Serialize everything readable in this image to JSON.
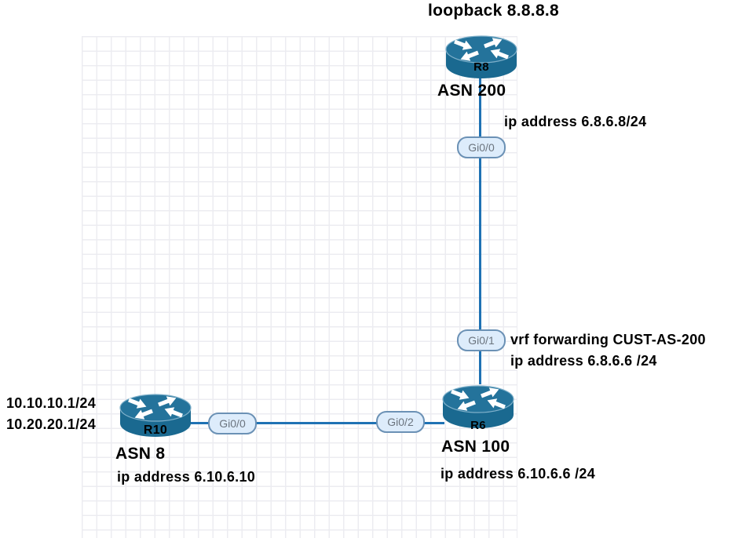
{
  "colors": {
    "background": "#ffffff",
    "grid_line": "#ececf1",
    "link": "#1f72b4",
    "router_body": "#1a6990",
    "router_top": "#24739b",
    "router_rim": "#7fb0ca",
    "pill_fill": "#ddecfb",
    "pill_border": "#6b91b5",
    "pill_text": "#6b747e",
    "text": "#000000"
  },
  "nodes": {
    "r8": {
      "label": "R8",
      "asn": "ASN 200",
      "annotation_loopback": "loopback 8.8.8.8"
    },
    "r6": {
      "label": "R6",
      "asn": "ASN 100",
      "annotation_ip": "ip address 6.10.6.6 /24"
    },
    "r10": {
      "label": "R10",
      "asn": "ASN 8",
      "annotation_ip": "ip address 6.10.6.10",
      "annotation_lan_ip_1": "10.10.10.1/24",
      "annotation_lan_ip_2": "10.20.20.1/24"
    }
  },
  "links": {
    "r8_r6": {
      "if_top": "Gi0/0",
      "if_top_note": "ip address 6.8.6.8/24",
      "if_bottom": "Gi0/1",
      "if_bottom_note_line1": "vrf forwarding CUST-AS-200",
      "if_bottom_note_line2": "ip address 6.8.6.6 /24"
    },
    "r10_r6": {
      "if_r10": "Gi0/0",
      "if_r6": "Gi0/2"
    }
  }
}
